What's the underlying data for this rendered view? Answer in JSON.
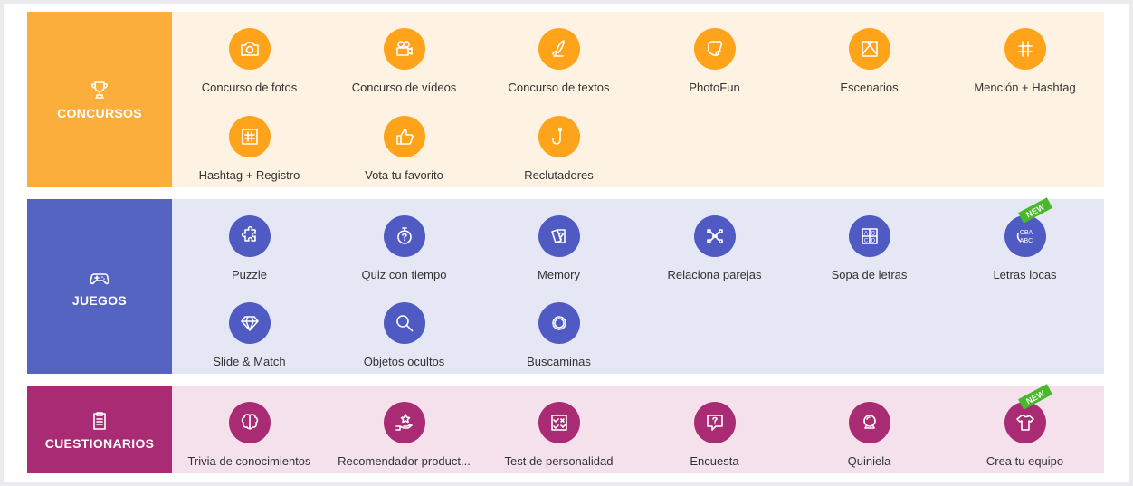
{
  "colors": {
    "concursos_bar": "#fbae3c",
    "concursos_bg": "#fef2e2",
    "concursos_icon": "#ffa41a",
    "juegos_bar": "#5563c1",
    "juegos_bg": "#e6e7f4",
    "juegos_icon": "#4f5ac2",
    "cuestionarios_bar": "#a82b74",
    "cuestionarios_bg": "#f4e1ec",
    "cuestionarios_icon": "#a82b74",
    "new_badge": "#48b928"
  },
  "sections": {
    "concursos": {
      "label": "CONCURSOS",
      "icon": "trophy-icon",
      "items": [
        {
          "label": "Concurso de fotos",
          "icon": "camera-icon"
        },
        {
          "label": "Concurso de vídeos",
          "icon": "video-camera-icon"
        },
        {
          "label": "Concurso de textos",
          "icon": "quill-icon"
        },
        {
          "label": "PhotoFun",
          "icon": "sticker-icon"
        },
        {
          "label": "Escenarios",
          "icon": "frame-icon"
        },
        {
          "label": "Mención + Hashtag",
          "icon": "hashtag-icon"
        },
        {
          "label": "Hashtag + Registro",
          "icon": "hashtag-form-icon"
        },
        {
          "label": "Vota tu favorito",
          "icon": "thumbs-up-icon"
        },
        {
          "label": "Reclutadores",
          "icon": "hook-icon"
        }
      ]
    },
    "juegos": {
      "label": "JUEGOS",
      "icon": "gamepad-icon",
      "items": [
        {
          "label": "Puzzle",
          "icon": "puzzle-icon"
        },
        {
          "label": "Quiz con tiempo",
          "icon": "stopwatch-icon"
        },
        {
          "label": "Memory",
          "icon": "cards-icon"
        },
        {
          "label": "Relaciona parejas",
          "icon": "connect-icon"
        },
        {
          "label": "Sopa de letras",
          "icon": "letter-grid-icon"
        },
        {
          "label": "Letras locas",
          "icon": "letters-icon",
          "badge": "NEW",
          "glyph_top": "CBA",
          "glyph_bottom": "ABC"
        },
        {
          "label": "Slide & Match",
          "icon": "diamond-icon"
        },
        {
          "label": "Objetos ocultos",
          "icon": "magnifier-icon"
        },
        {
          "label": "Buscaminas",
          "icon": "mine-icon"
        }
      ],
      "grid_letters": [
        "A",
        "B",
        "C",
        "D"
      ]
    },
    "cuestionarios": {
      "label": "CUESTIONARIOS",
      "icon": "clipboard-icon",
      "items": [
        {
          "label": "Trivia de conocimientos",
          "icon": "brain-icon"
        },
        {
          "label": "Recomendador product...",
          "icon": "hand-star-icon"
        },
        {
          "label": "Test de personalidad",
          "icon": "checklist-icon"
        },
        {
          "label": "Encuesta",
          "icon": "question-bubble-icon"
        },
        {
          "label": "Quiniela",
          "icon": "crystal-ball-icon"
        },
        {
          "label": "Crea tu equipo",
          "icon": "shirt-icon",
          "badge": "NEW"
        }
      ]
    }
  }
}
